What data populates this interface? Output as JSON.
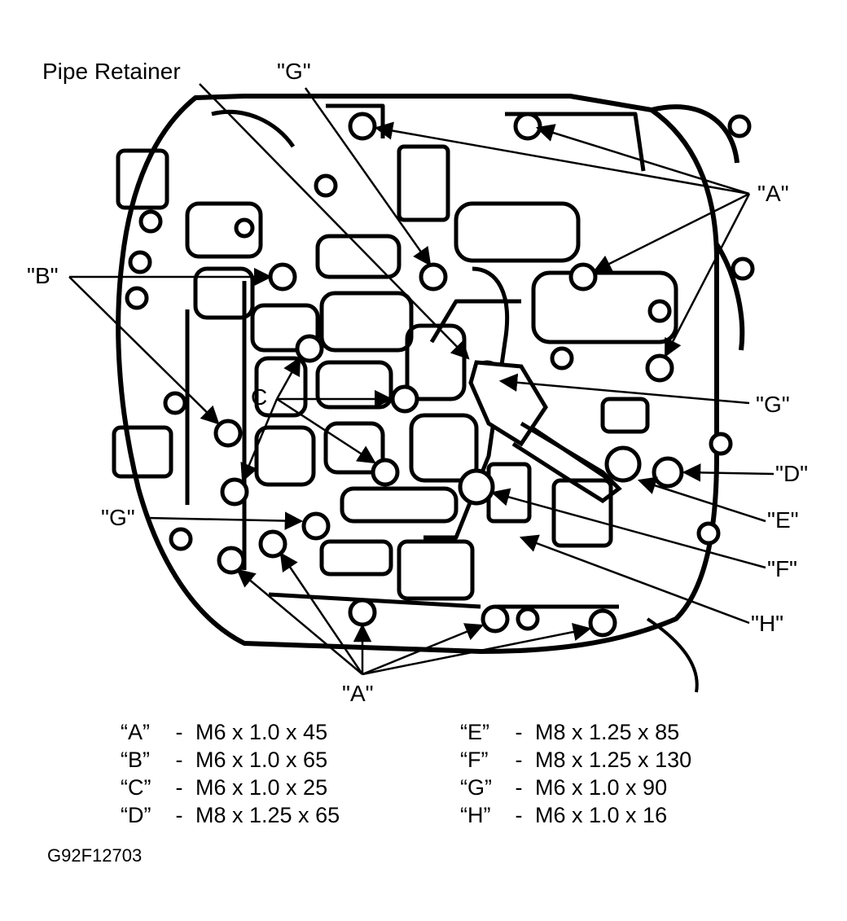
{
  "callouts": {
    "pipe_retainer": "Pipe Retainer",
    "g_top": "\"G\"",
    "a_right": "\"A\"",
    "b_left": "\"B\"",
    "c_left": "C",
    "g_right": "\"G\"",
    "d_right": "\"D\"",
    "g_left": "\"G\"",
    "e_right": "\"E\"",
    "f_right": "\"F\"",
    "h_right": "\"H\"",
    "a_bottom": "\"A\""
  },
  "legend": [
    {
      "key": "“A”",
      "sep": "-",
      "spec": "M6 x 1.0 x 45"
    },
    {
      "key": "“B”",
      "sep": "-",
      "spec": "M6 x 1.0 x 65"
    },
    {
      "key": "“C”",
      "sep": "-",
      "spec": "M6 x 1.0 x 25"
    },
    {
      "key": "“D”",
      "sep": "-",
      "spec": "M8 x 1.25 x 65"
    },
    {
      "key": "“E”",
      "sep": "-",
      "spec": "M8 x 1.25 x 85"
    },
    {
      "key": "“F”",
      "sep": "-",
      "spec": "M8 x 1.25 x 130"
    },
    {
      "key": "“G”",
      "sep": "-",
      "spec": "M6 x 1.0 x 90"
    },
    {
      "key": "“H”",
      "sep": "-",
      "spec": "M6 x 1.0 x 16"
    }
  ],
  "figure_code": "G92F12703"
}
